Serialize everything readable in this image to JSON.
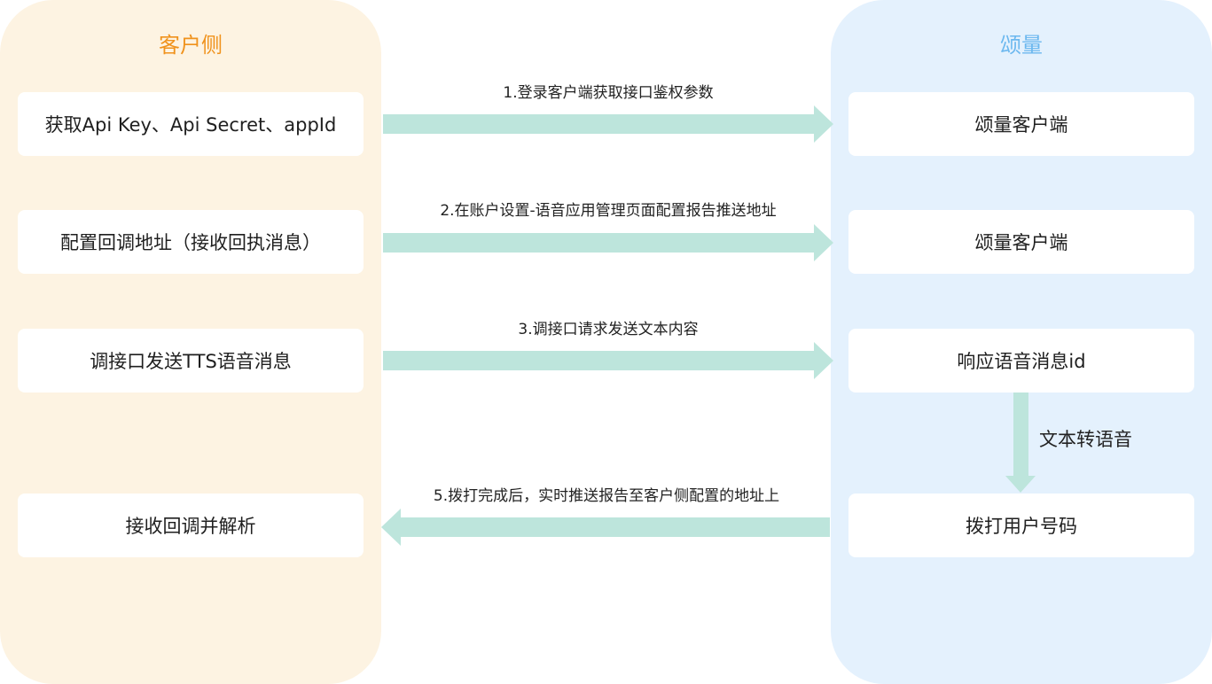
{
  "colors": {
    "left_panel_bg": "#fdf3e2",
    "right_panel_bg": "#e4f1fd",
    "left_title": "#f0921c",
    "right_title": "#6cb8ef",
    "arrow": "#bde5dc"
  },
  "client_side": {
    "title": "客户侧",
    "steps": [
      "获取Api Key、Api Secret、appId",
      "配置回调地址（接收回执消息）",
      "调接口发送TTS语音消息",
      "接收回调并解析"
    ]
  },
  "vendor_side": {
    "title": "颂量",
    "steps": [
      "颂量客户端",
      "颂量客户端",
      "响应语音消息id",
      "拨打用户号码"
    ]
  },
  "edges": [
    {
      "label": "1.登录客户端获取接口鉴权参数",
      "direction": "right"
    },
    {
      "label": "2.在账户设置-语音应用管理页面配置报告推送地址",
      "direction": "right"
    },
    {
      "label": "3.调接口请求发送文本内容",
      "direction": "right"
    },
    {
      "label": "文本转语音",
      "direction": "down"
    },
    {
      "label": "5.拨打完成后，实时推送报告至客户侧配置的地址上",
      "direction": "left"
    }
  ]
}
